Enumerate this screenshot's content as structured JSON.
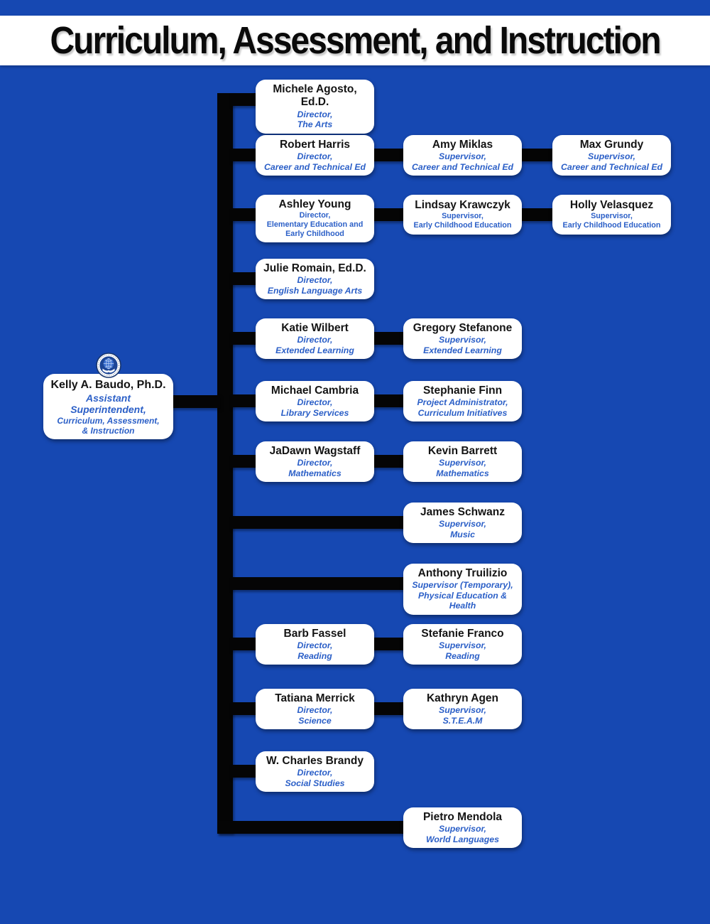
{
  "title": "Curriculum, Assessment, and Instruction",
  "root": {
    "name": "Kelly A. Baudo, Ph.D.",
    "lines": [
      "Assistant Superintendent,",
      "Curriculum, Assessment,",
      "& Instruction"
    ]
  },
  "nodes": [
    {
      "row": 1,
      "col": 1,
      "name": "Michele Agosto, Ed.D.",
      "lines": [
        "Director,",
        "The Arts"
      ],
      "style": "italic"
    },
    {
      "row": 2,
      "col": 1,
      "name": "Robert Harris",
      "lines": [
        "Director,",
        "Career and Technical Ed"
      ],
      "style": "italic"
    },
    {
      "row": 2,
      "col": 2,
      "name": "Amy Miklas",
      "lines": [
        "Supervisor,",
        "Career and Technical Ed"
      ],
      "style": "italic"
    },
    {
      "row": 2,
      "col": 3,
      "name": "Max Grundy",
      "lines": [
        "Supervisor,",
        "Career and Technical Ed"
      ],
      "style": "italic"
    },
    {
      "row": 3,
      "col": 1,
      "name": "Ashley Young",
      "lines": [
        "Director,",
        "Elementary Education and",
        "Early Childhood"
      ],
      "style": "plain"
    },
    {
      "row": 3,
      "col": 2,
      "name": "Lindsay Krawczyk",
      "lines": [
        "Supervisor,",
        "Early Childhood Education"
      ],
      "style": "plain"
    },
    {
      "row": 3,
      "col": 3,
      "name": "Holly Velasquez",
      "lines": [
        "Supervisor,",
        "Early Childhood Education"
      ],
      "style": "plain"
    },
    {
      "row": 4,
      "col": 1,
      "name": "Julie Romain, Ed.D.",
      "lines": [
        "Director,",
        "English Language Arts"
      ],
      "style": "italic"
    },
    {
      "row": 5,
      "col": 1,
      "name": "Katie Wilbert",
      "lines": [
        "Director,",
        "Extended Learning"
      ],
      "style": "italic"
    },
    {
      "row": 5,
      "col": 2,
      "name": "Gregory Stefanone",
      "lines": [
        "Supervisor,",
        "Extended Learning"
      ],
      "style": "italic"
    },
    {
      "row": 6,
      "col": 1,
      "name": "Michael Cambria",
      "lines": [
        "Director,",
        "Library Services"
      ],
      "style": "italic"
    },
    {
      "row": 6,
      "col": 2,
      "name": "Stephanie Finn",
      "lines": [
        "Project Administrator,",
        "Curriculum Initiatives"
      ],
      "style": "italic"
    },
    {
      "row": 7,
      "col": 1,
      "name": "JaDawn Wagstaff",
      "lines": [
        "Director,",
        "Mathematics"
      ],
      "style": "italic"
    },
    {
      "row": 7,
      "col": 2,
      "name": "Kevin Barrett",
      "lines": [
        "Supervisor,",
        "Mathematics"
      ],
      "style": "italic"
    },
    {
      "row": 8,
      "col": 2,
      "name": "James Schwanz",
      "lines": [
        "Supervisor,",
        "Music"
      ],
      "style": "italic"
    },
    {
      "row": 9,
      "col": 2,
      "name": "Anthony Truilizio",
      "lines": [
        "Supervisor (Temporary),",
        "Physical Education & Health"
      ],
      "style": "italic"
    },
    {
      "row": 10,
      "col": 1,
      "name": "Barb Fassel",
      "lines": [
        "Director,",
        "Reading"
      ],
      "style": "italic"
    },
    {
      "row": 10,
      "col": 2,
      "name": "Stefanie Franco",
      "lines": [
        "Supervisor,",
        "Reading"
      ],
      "style": "italic"
    },
    {
      "row": 11,
      "col": 1,
      "name": "Tatiana Merrick",
      "lines": [
        "Director,",
        "Science"
      ],
      "style": "italic"
    },
    {
      "row": 11,
      "col": 2,
      "name": "Kathryn Agen",
      "lines": [
        "Supervisor,",
        "S.T.E.A.M"
      ],
      "style": "italic"
    },
    {
      "row": 12,
      "col": 1,
      "name": "W. Charles Brandy",
      "lines": [
        "Director,",
        "Social Studies"
      ],
      "style": "italic"
    },
    {
      "row": 13,
      "col": 2,
      "name": "Pietro Mendola",
      "lines": [
        "Supervisor,",
        "World Languages"
      ],
      "style": "italic"
    }
  ],
  "colors": {
    "background": "#1648b2",
    "title_band": "#ffffff",
    "title_text": "#0a0a0a",
    "box_background": "#ffffff",
    "name_text": "#141414",
    "subtitle_text": "#2b5fc7",
    "connector": "#050505",
    "seal_navy": "#17356e",
    "seal_globe": "#3a6fd0"
  }
}
